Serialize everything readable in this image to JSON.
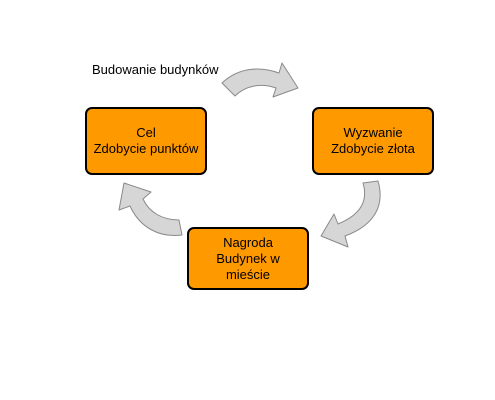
{
  "diagram": {
    "title": "Budowanie budynków",
    "colors": {
      "node_fill": "#ff9900",
      "node_border": "#000000",
      "arrow_fill": "#d6d6d6",
      "arrow_stroke": "#8a8a8a"
    },
    "nodes": {
      "cel": {
        "line1": "Cel",
        "line2": "Zdobycie punktów"
      },
      "wyzwanie": {
        "line1": "Wyzwanie",
        "line2": "Zdobycie złota"
      },
      "nagroda": {
        "line1": "Nagroda",
        "line2": "Budynek w",
        "line3": "mieście"
      }
    },
    "arrows": [
      "cel-to-wyzwanie",
      "wyzwanie-to-nagroda",
      "nagroda-to-cel"
    ]
  }
}
